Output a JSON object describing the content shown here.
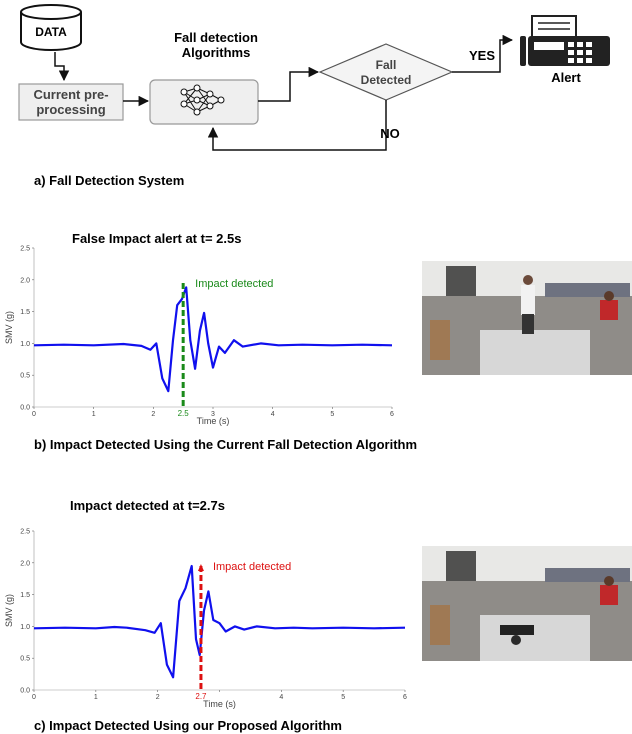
{
  "system": {
    "data_label": "DATA",
    "preproc_line1": "Current pre-",
    "preproc_line2": "processing",
    "algo_line1": "Fall detection",
    "algo_line2": "Algorithms",
    "decision_line1": "Fall",
    "decision_line2": "Detected",
    "yes_label": "YES",
    "no_label": "NO",
    "alert_label": "Alert",
    "caption": "a) Fall Detection System"
  },
  "panel_b": {
    "title": "False Impact  alert at t= 2.5s",
    "caption": "b) Impact Detected Using the Current Fall Detection Algorithm"
  },
  "panel_c": {
    "title": "Impact detected at t=2.7s",
    "caption": "c) Impact Detected Using our Proposed Algorithm"
  },
  "chart_data": [
    {
      "type": "line",
      "title": "",
      "xlabel": "Time (s)",
      "ylabel": "SMV (g)",
      "xlim": [
        0,
        6
      ],
      "ylim": [
        0,
        2.5
      ],
      "xticks": [
        "0",
        "1",
        "2",
        "3",
        "4",
        "5",
        "6"
      ],
      "yticks": [
        "0.0",
        "0.5",
        "1.0",
        "1.5",
        "2.0",
        "2.5"
      ],
      "color": "#1010ee",
      "x": [
        0,
        0.5,
        1.0,
        1.5,
        1.8,
        1.95,
        2.05,
        2.15,
        2.25,
        2.33,
        2.4,
        2.48,
        2.55,
        2.62,
        2.7,
        2.78,
        2.85,
        2.92,
        3.0,
        3.1,
        3.2,
        3.35,
        3.5,
        3.8,
        4.1,
        4.5,
        5.0,
        5.5,
        6.0
      ],
      "y": [
        0.97,
        0.98,
        0.97,
        0.99,
        0.96,
        0.9,
        1.0,
        0.45,
        0.25,
        1.05,
        1.6,
        1.7,
        1.88,
        1.05,
        0.6,
        1.2,
        1.48,
        1.0,
        0.62,
        0.95,
        0.85,
        1.05,
        0.95,
        1.0,
        0.97,
        0.98,
        0.97,
        0.98,
        0.97
      ],
      "marker_x": 2.5,
      "marker_label": "2.5",
      "annotation": "Impact detected",
      "marker_color": "#1a8a1a"
    },
    {
      "type": "line",
      "title": "",
      "xlabel": "Time (s)",
      "ylabel": "SMV (g)",
      "xlim": [
        0,
        6
      ],
      "ylim": [
        0,
        2.5
      ],
      "xticks": [
        "0",
        "1",
        "2",
        "3",
        "4",
        "5",
        "6"
      ],
      "yticks": [
        "0.0",
        "0.5",
        "1.0",
        "1.5",
        "2.0",
        "2.5"
      ],
      "color": "#1010ee",
      "x": [
        0,
        0.5,
        1.0,
        1.3,
        1.5,
        1.8,
        1.95,
        2.05,
        2.15,
        2.25,
        2.35,
        2.45,
        2.55,
        2.62,
        2.68,
        2.75,
        2.82,
        2.9,
        3.0,
        3.1,
        3.25,
        3.4,
        3.6,
        3.9,
        4.2,
        4.5,
        5.0,
        5.5,
        6.0
      ],
      "y": [
        0.97,
        0.98,
        0.97,
        0.99,
        0.98,
        0.94,
        0.9,
        1.05,
        0.4,
        0.2,
        1.4,
        1.6,
        1.95,
        0.8,
        0.55,
        1.25,
        1.55,
        1.1,
        1.05,
        0.92,
        1.0,
        0.95,
        1.0,
        0.97,
        0.98,
        0.97,
        0.98,
        0.97,
        0.98
      ],
      "marker_x": 2.7,
      "marker_label": "2.7",
      "annotation": "Impact detected",
      "marker_color": "#dd1111"
    }
  ]
}
